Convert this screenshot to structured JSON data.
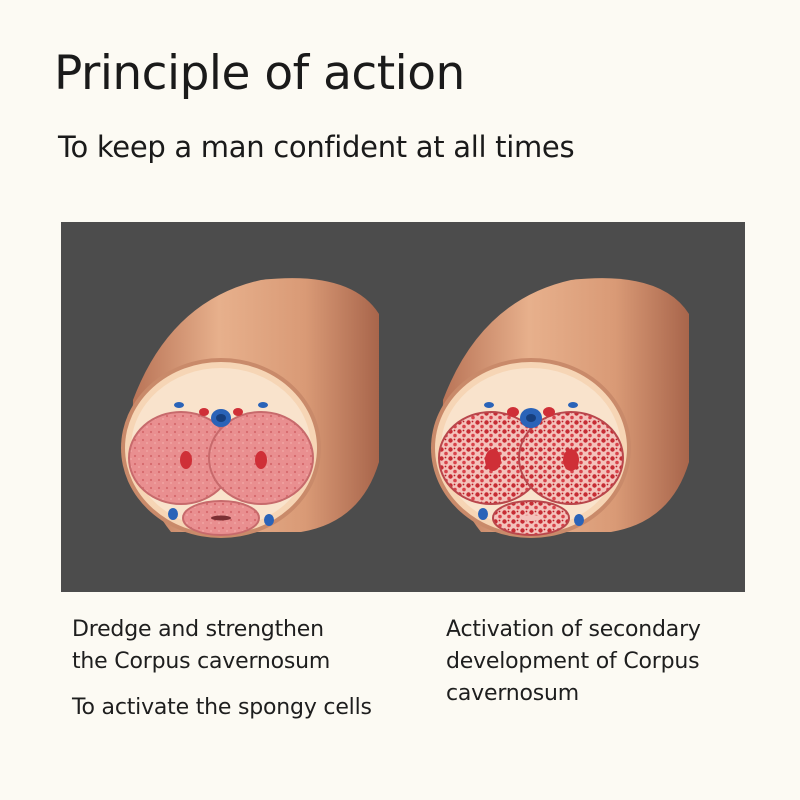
{
  "header": {
    "title": "Principle of action",
    "subtitle": "To keep a man confident at all times"
  },
  "captions": {
    "left": {
      "line1": "Dredge and strengthen",
      "line2": "the Corpus cavernosum",
      "line3": "To activate the spongy cells"
    },
    "right": {
      "line1": "Activation of secondary",
      "line2": "development of Corpus",
      "line3": "cavernosum"
    }
  },
  "colors": {
    "background": "#fcfaf3",
    "panel": "#4c4c4c",
    "skin": "#d79a78",
    "tissue": "#e58b8c",
    "vessel_red": "#d8333b",
    "vessel_blue": "#2a63b8"
  }
}
